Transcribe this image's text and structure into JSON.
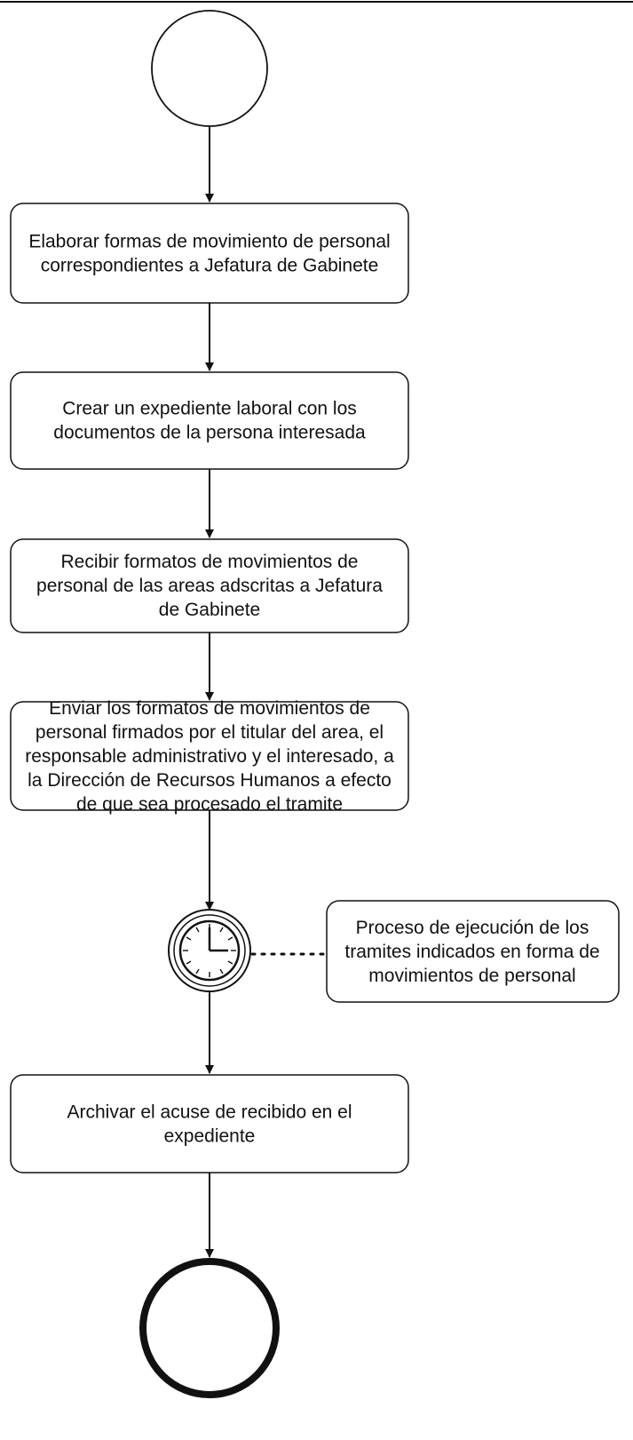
{
  "tasks": [
    {
      "id": "task-1",
      "lines": [
        "Elaborar formas de movimiento de personal",
        "correspondientes a Jefatura de Gabinete"
      ]
    },
    {
      "id": "task-2",
      "lines": [
        "Crear un expediente laboral con los",
        "documentos de la persona interesada"
      ]
    },
    {
      "id": "task-3",
      "lines": [
        "Recibir formatos de movimientos de",
        "personal de las areas adscritas a Jefatura",
        "de Gabinete"
      ]
    },
    {
      "id": "task-4",
      "lines": [
        "Enviar los formatos de movimientos de",
        "personal firmados por el titular del area, el",
        "responsable administrativo y el interesado, a",
        "la Dirección de Recursos Humanos a efecto",
        "de que sea procesado el tramite"
      ]
    },
    {
      "id": "task-5",
      "lines": [
        "Archivar el acuse de recibido en el",
        "expediente"
      ]
    }
  ],
  "annotation": {
    "lines": [
      "Proceso de ejecución de los",
      "tramites indicados en forma de",
      "movimientos de personal"
    ]
  }
}
